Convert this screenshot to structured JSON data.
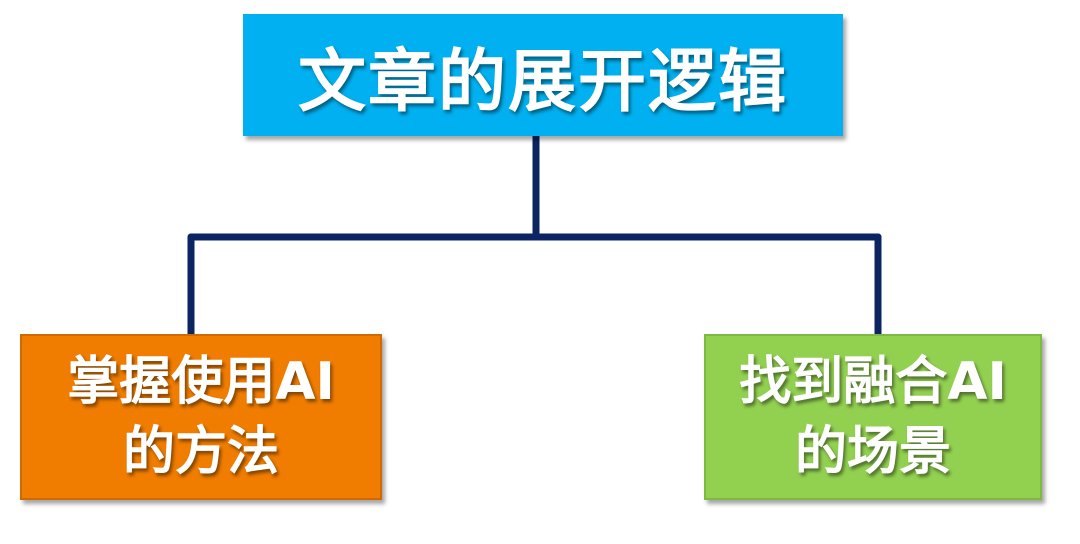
{
  "diagram": {
    "root": {
      "label": "文章的展开逻辑",
      "color": "#00b0f0"
    },
    "children": [
      {
        "line1": "掌握使用AI",
        "line2": "的方法",
        "color": "#f07c00"
      },
      {
        "line1": "找到融合AI",
        "line2": "的场景",
        "color": "#92d050"
      }
    ],
    "connector_color": "#0a2561"
  }
}
